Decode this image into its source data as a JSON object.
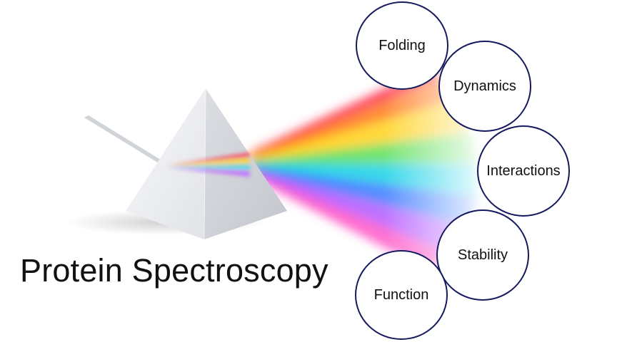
{
  "title": "Protein Spectroscopy",
  "topics": [
    {
      "label": "Folding"
    },
    {
      "label": "Dynamics"
    },
    {
      "label": "Interactions"
    },
    {
      "label": "Stability"
    },
    {
      "label": "Function"
    }
  ],
  "colors": {
    "circle_border": "#15195e",
    "text": "#111111",
    "prism_light": "#f2f3f5",
    "prism_dark": "#c9ccd2"
  }
}
